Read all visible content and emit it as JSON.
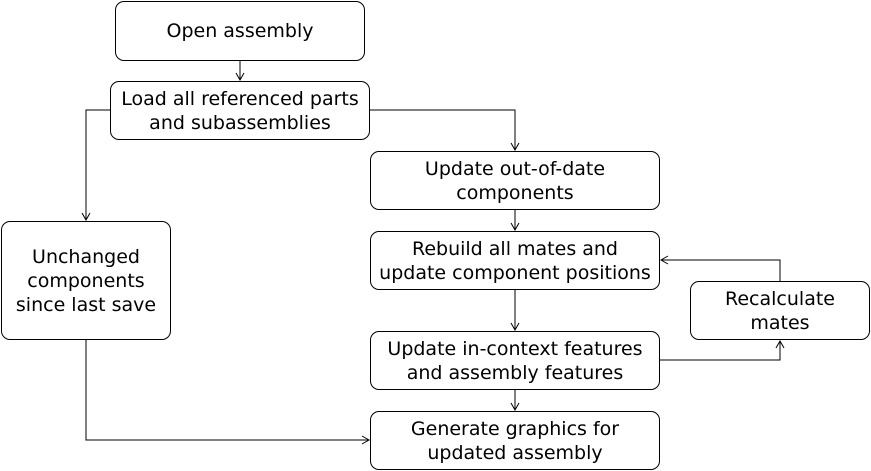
{
  "diagram": {
    "nodes": {
      "open": "Open assembly",
      "load": "Load all referenced parts\nand subassemblies",
      "update": "Update out-of-date\ncomponents",
      "unchanged": "Unchanged\ncomponents\nsince last save",
      "rebuild": "Rebuild all mates and\nupdate component positions",
      "recalc": "Recalculate\nmates",
      "incontext": "Update in-context features\nand assembly features",
      "graphics": "Generate graphics for\nupdated assembly"
    },
    "edges": [
      {
        "from": "open",
        "to": "load"
      },
      {
        "from": "load",
        "to": "update"
      },
      {
        "from": "load",
        "to": "unchanged"
      },
      {
        "from": "update",
        "to": "rebuild"
      },
      {
        "from": "rebuild",
        "to": "incontext"
      },
      {
        "from": "incontext",
        "to": "recalc"
      },
      {
        "from": "recalc",
        "to": "rebuild"
      },
      {
        "from": "incontext",
        "to": "graphics"
      },
      {
        "from": "unchanged",
        "to": "graphics"
      }
    ],
    "colors": {
      "line": "#000000",
      "fill": "#ffffff",
      "text": "#000000"
    }
  }
}
